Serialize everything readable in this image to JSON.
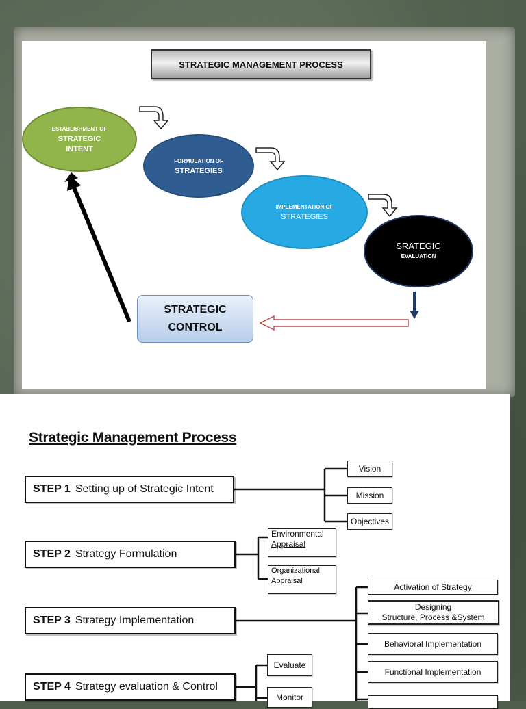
{
  "slide1": {
    "title": "STRATEGIC MANAGEMENT PROCESS",
    "stages": [
      {
        "line1": "ESTABLISHMENT OF",
        "line2": "STRATEGIC",
        "line3": "INTENT",
        "color": "#92b54b"
      },
      {
        "line1": "FORMULATION OF",
        "line2": "STRATEGIES",
        "color": "#2f5d92"
      },
      {
        "line1": "IMPLEMENTATION OF",
        "line2": "STRATEGIES",
        "color": "#27a9e3"
      },
      {
        "line1": "SRATEGIC",
        "line2": "EVALUATION",
        "color": "#000000"
      }
    ],
    "control": {
      "line1": "STRATEGIC",
      "line2": "CONTROL"
    }
  },
  "slide2": {
    "title": "Strategic Management Process",
    "steps": [
      {
        "label": "STEP 1",
        "text": "Setting up of Strategic Intent"
      },
      {
        "label": "STEP 2",
        "text": "Strategy Formulation"
      },
      {
        "label": "STEP 3",
        "text": "Strategy Implementation"
      },
      {
        "label": "STEP 4",
        "text": "Strategy evaluation & Control"
      }
    ],
    "step1_items": [
      "Vision",
      "Mission",
      "Objectives"
    ],
    "step2_items": [
      {
        "line1": "Environmental",
        "line2": "Appraisal"
      },
      {
        "line1": "Organizational",
        "line2": "Appraisal"
      }
    ],
    "step3_items": [
      {
        "line1": "Activation of Strategy"
      },
      {
        "line1": "Designing",
        "line2": "Structure, Process &System"
      },
      {
        "line1": "Behavioral Implementation"
      },
      {
        "line1": "Functional Implementation"
      }
    ],
    "step4_items": [
      "Evaluate",
      "Monitor"
    ]
  }
}
